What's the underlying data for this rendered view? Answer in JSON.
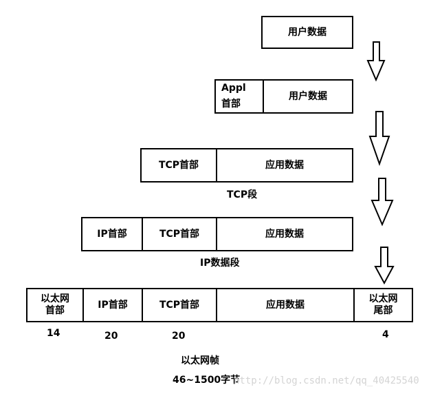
{
  "row1": {
    "user_data": "用户数据"
  },
  "row2": {
    "appl_line1": "Appl",
    "appl_line2": "首部",
    "user_data": "用户数据"
  },
  "row3": {
    "tcp_header": "TCP首部",
    "app_data": "应用数据",
    "caption": "TCP段"
  },
  "row4": {
    "ip_header": "IP首部",
    "tcp_header": "TCP首部",
    "app_data": "应用数据",
    "caption": "IP数据段"
  },
  "row5": {
    "eth_header_line1": "以太网",
    "eth_header_line2": "首部",
    "ip_header": "IP首部",
    "tcp_header": "TCP首部",
    "app_data": "应用数据",
    "eth_trailer_line1": "以太网",
    "eth_trailer_line2": "尾部"
  },
  "sizes": {
    "eth_header": "14",
    "ip_header": "20",
    "tcp_header": "20",
    "eth_trailer": "4"
  },
  "frame": {
    "caption": "以太网帧",
    "range": "46~1500字节"
  },
  "watermark": "http://blog.csdn.net/qq_40425540"
}
